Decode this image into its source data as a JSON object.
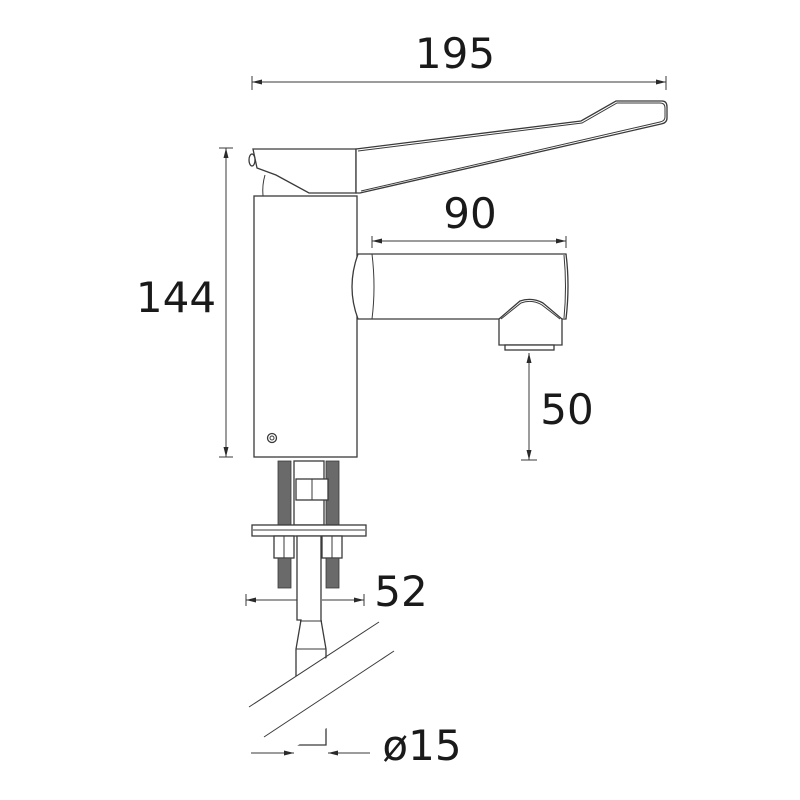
{
  "drawing": {
    "title": "Basin mixer tap technical dimension drawing",
    "units": "mm",
    "line_color": "#3a3a3a",
    "text_color": "#1a1a1a",
    "background": "#ffffff"
  },
  "dimensions": {
    "overall_length": {
      "label": "195",
      "meaning": "overall lever length"
    },
    "spout_reach": {
      "label": "90",
      "meaning": "spout reach"
    },
    "overall_height": {
      "label": "144",
      "meaning": "overall height"
    },
    "spout_clearance": {
      "label": "50",
      "meaning": "spout outlet height"
    },
    "fixing_width": {
      "label": "52",
      "meaning": "fixing stud spacing"
    },
    "tail_diameter": {
      "label": "ø15",
      "meaning": "inlet tail diameter"
    }
  }
}
